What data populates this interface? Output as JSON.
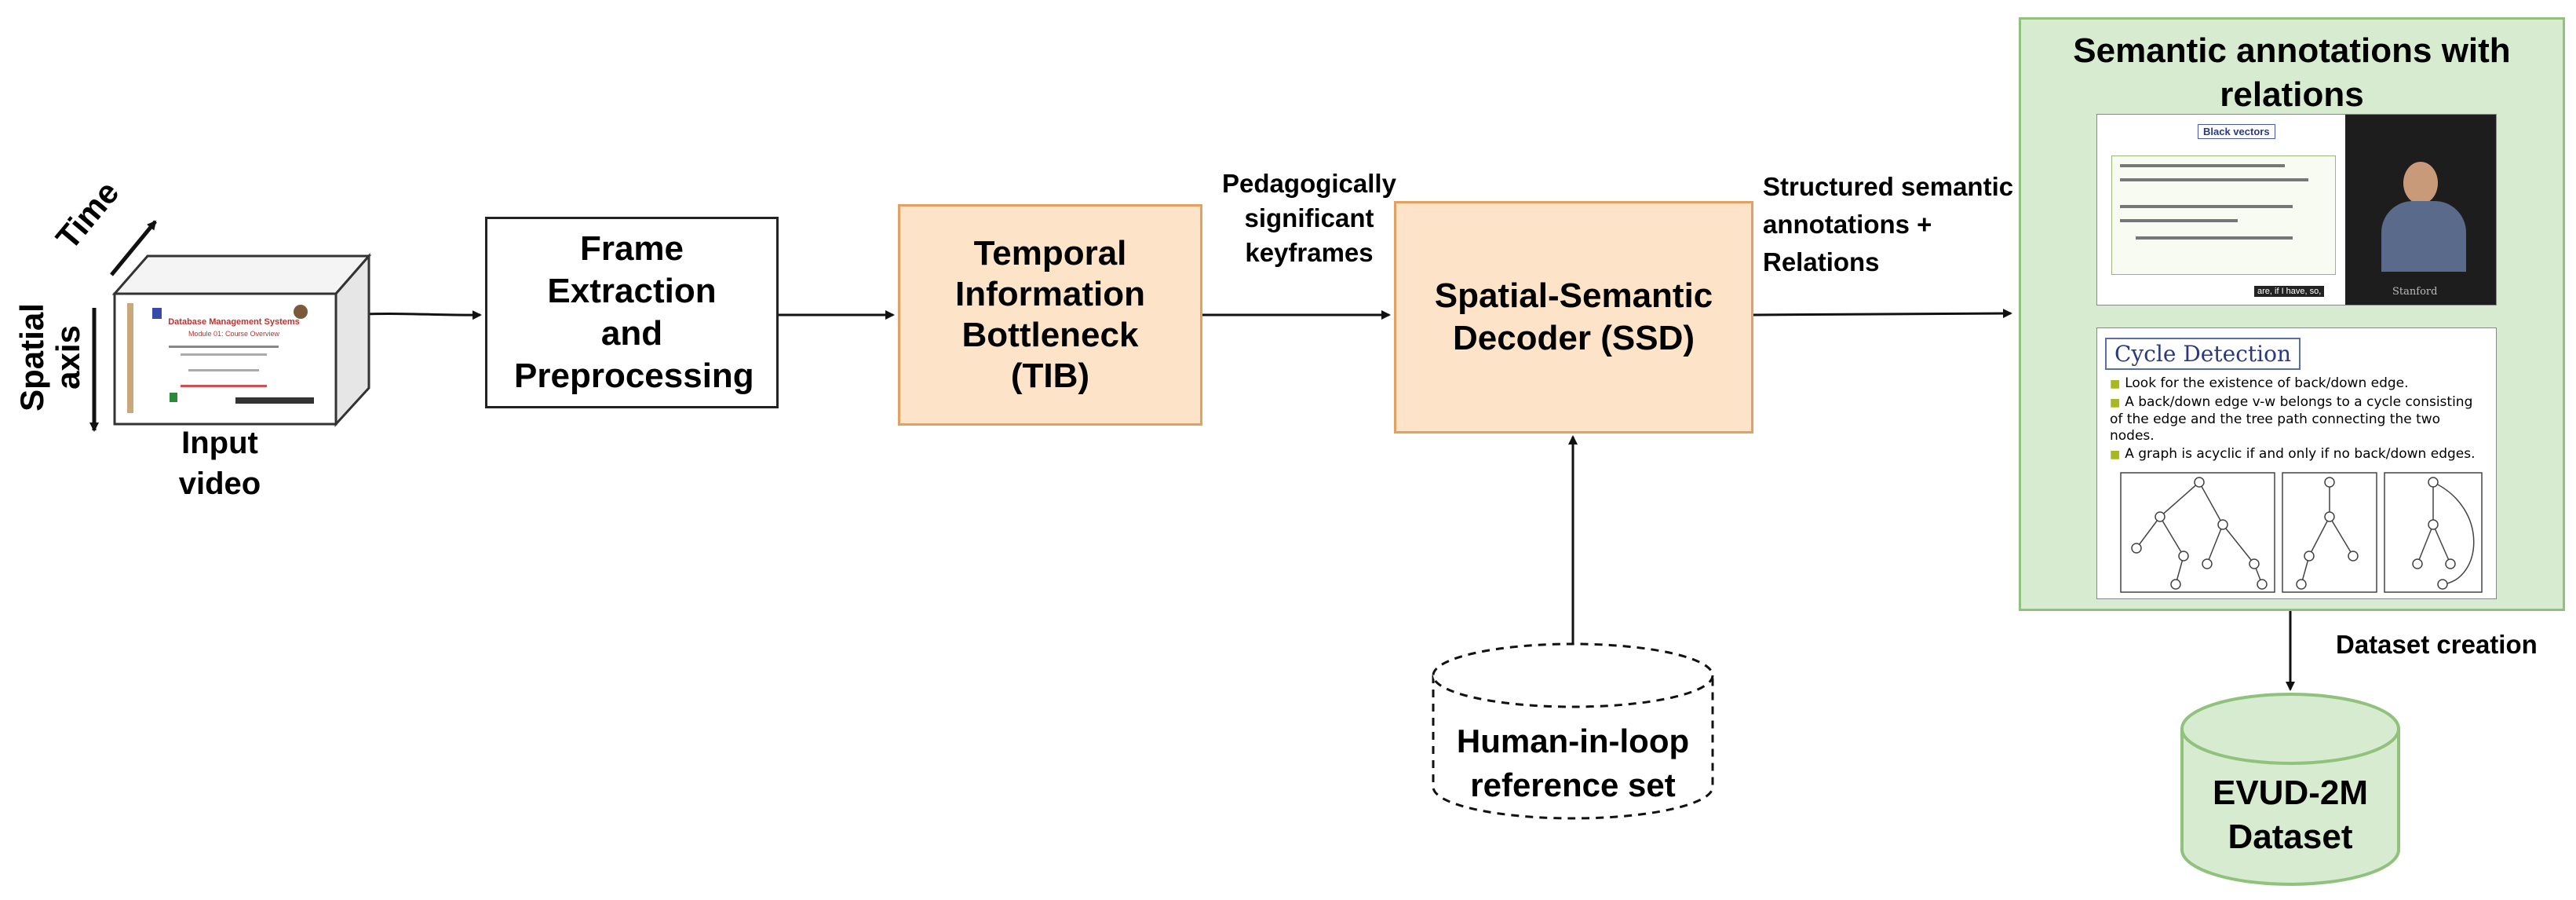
{
  "input": {
    "axis_time": "Time",
    "axis_spatial": "Spatial axis",
    "label": "Input video",
    "thumb_title": "Database Management Systems",
    "thumb_subtitle": "Module 01: Course Overview"
  },
  "frame_extraction": {
    "label": "Frame Extraction and Preprocessing"
  },
  "tib": {
    "label": "Temporal Information Bottleneck (TIB)"
  },
  "keyframes_edge": {
    "label": "Pedagogically significant keyframes"
  },
  "ssd": {
    "label": "Spatial-Semantic Decoder (SSD)"
  },
  "annotations_edge": {
    "label": "Structured semantic annotations + Relations"
  },
  "reference_set": {
    "label": "Human-in-loop reference set"
  },
  "semantic_panel": {
    "title": "Semantic annotations with relations",
    "slide1": {
      "heading": "Black vectors",
      "watermark": "Stanford",
      "caption": "are, if I have, so,"
    },
    "slide2": {
      "title": "Cycle Detection",
      "bullets": [
        "Look for the existence of back/down edge.",
        "A back/down edge v-w belongs to a cycle consisting of the edge and the tree path connecting the two nodes.",
        "A graph is acyclic if and only if no back/down edges."
      ]
    }
  },
  "dataset_edge": {
    "label": "Dataset  creation"
  },
  "dataset": {
    "label": "EVUD-2M Dataset"
  },
  "colors": {
    "orange_fill": "#fde3c8",
    "orange_border": "#e3a060",
    "green_fill": "#d7ebd0",
    "green_border": "#90c27e"
  }
}
